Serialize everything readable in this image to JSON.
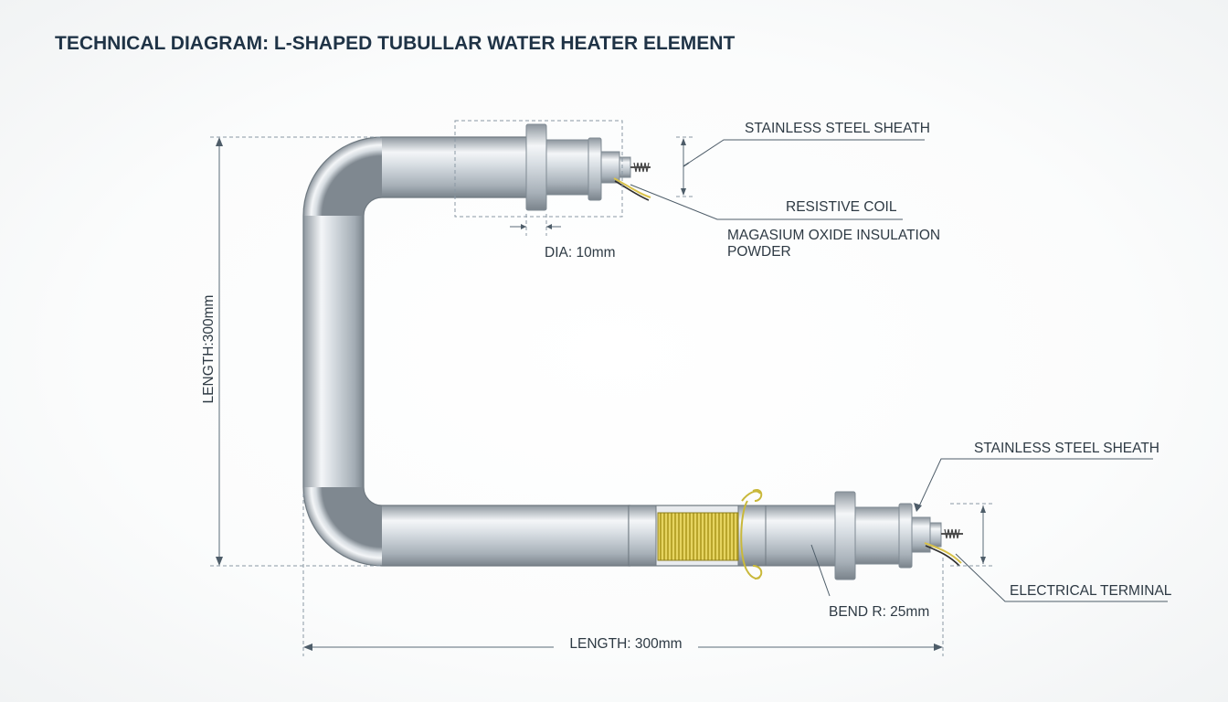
{
  "title": "TECHNICAL DIAGRAM: L-SHAPED TUBULLAR WATER HEATER ELEMENT",
  "labels": {
    "sheath_top": "STAINLESS STEEL SHEATH",
    "resistive_coil": "RESISTIVE COIL",
    "mgo_line1": "MAGASIUM OXIDE INSULATION",
    "mgo_line2": "POWDER",
    "diameter": "DIA: 10mm",
    "length_vertical": "LENGTH:300mm",
    "sheath_bottom": "STAINLESS STEEL SHEATH",
    "electrical_terminal": "ELECTRICAL TERMINAL",
    "bend_radius": "BEND R: 25mm",
    "length_horizontal": "LENGTH: 300mm"
  },
  "colors": {
    "title": "#1f3346",
    "text": "#2e3a44",
    "steel_light": "#f3f5f7",
    "steel_mid": "#c7ced4",
    "steel_dark": "#838c94",
    "coil": "#c9b83a",
    "wire": "#d9c24a"
  }
}
